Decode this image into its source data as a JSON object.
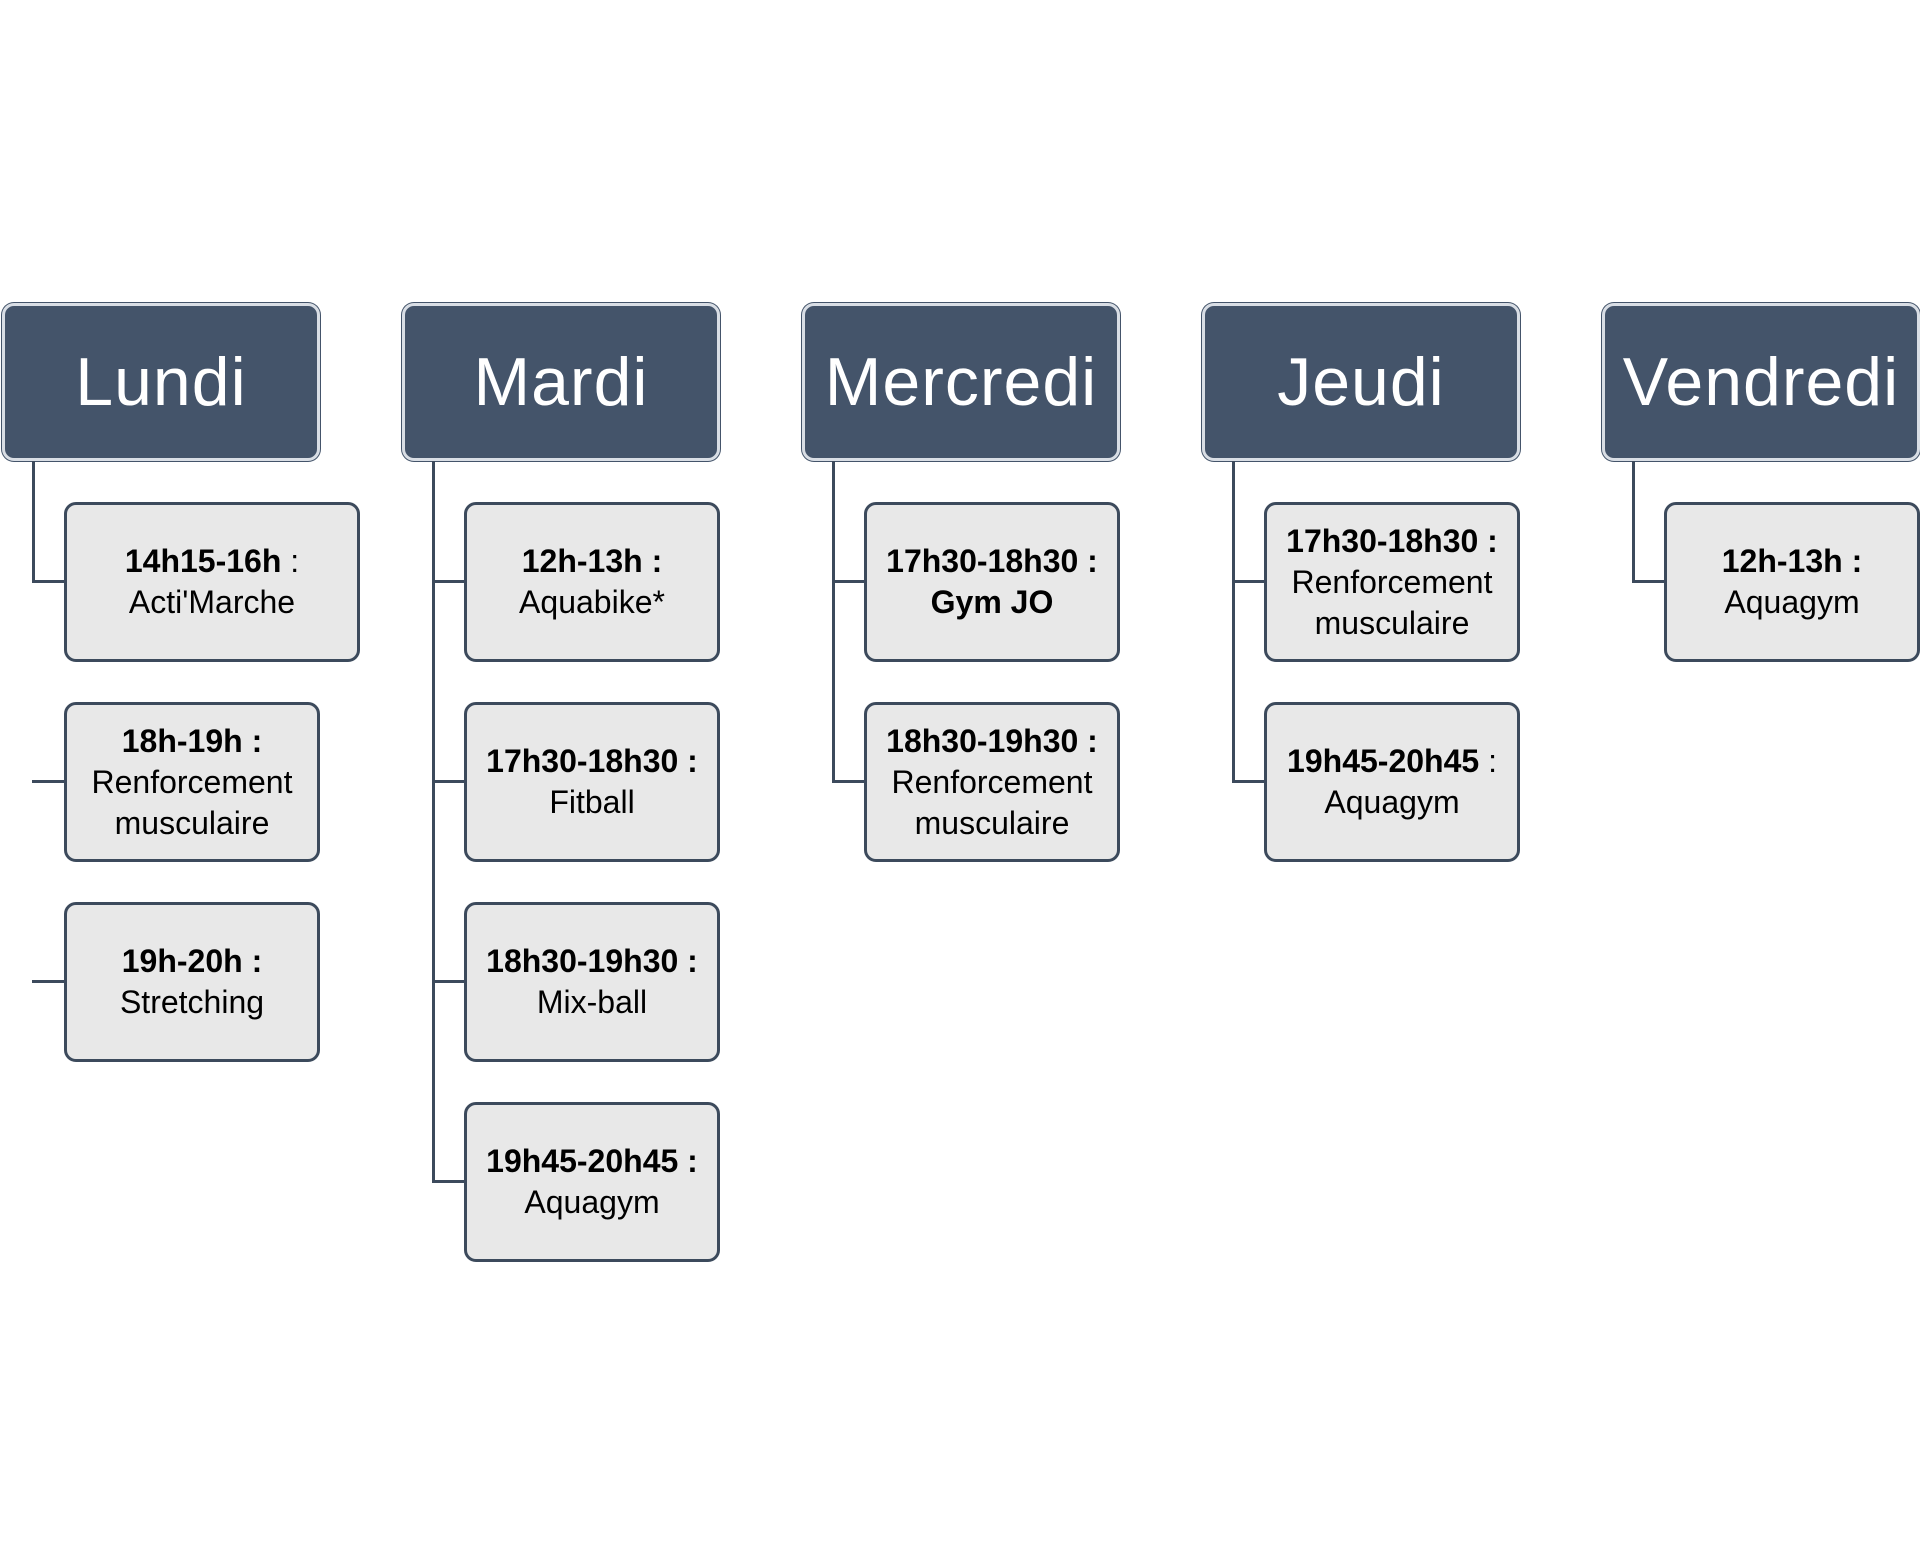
{
  "days": [
    {
      "name": "Lundi",
      "activities": [
        {
          "time": "14h15-16h",
          "sep": ":",
          "label": "Acti'Marche"
        },
        {
          "time": "18h-19h",
          "sep": ":",
          "label": "Renforcement musculaire"
        },
        {
          "time": "19h-20h",
          "sep": ":",
          "label": "Stretching"
        }
      ]
    },
    {
      "name": "Mardi",
      "activities": [
        {
          "time": "12h-13h",
          "sep": ":",
          "label": "Aquabike*"
        },
        {
          "time": "17h30-18h30",
          "sep": ":",
          "label": "Fitball"
        },
        {
          "time": "18h30-19h30",
          "sep": ":",
          "label": "Mix-ball"
        },
        {
          "time": "19h45-20h45",
          "sep": ":",
          "label": "Aquagym"
        }
      ]
    },
    {
      "name": "Mercredi",
      "activities": [
        {
          "time": "17h30-18h30",
          "sep": ":",
          "label": "Gym JO"
        },
        {
          "time": "18h30-19h30",
          "sep": ":",
          "label": "Renforcement musculaire"
        }
      ]
    },
    {
      "name": "Jeudi",
      "activities": [
        {
          "time": "17h30-18h30",
          "sep": ":",
          "label": "Renforcement musculaire"
        },
        {
          "time": "19h45-20h45",
          "sep": ":",
          "label": "Aquagym"
        }
      ]
    },
    {
      "name": "Vendredi",
      "activities": [
        {
          "time": "12h-13h",
          "sep": ":",
          "label": "Aquagym"
        }
      ]
    }
  ],
  "colors": {
    "header_bg": "#44546a",
    "header_text": "#ffffff",
    "box_bg": "#e8e8e8",
    "box_border": "#3c4a5c",
    "connector": "#3c4a5c"
  }
}
